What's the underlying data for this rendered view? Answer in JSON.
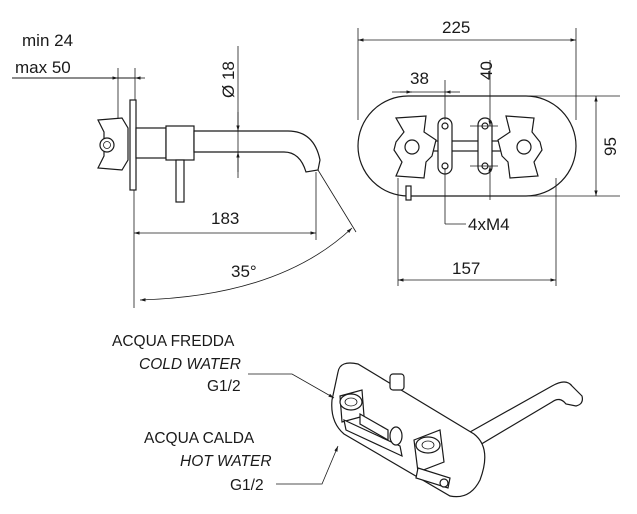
{
  "dimensions": {
    "min_label": "min 24",
    "max_label": "max 50",
    "diameter": "Ø 18",
    "length_183": "183",
    "angle": "35°",
    "width_225": "225",
    "spacing_38": "38",
    "spacing_40": "40",
    "height_95": "95",
    "screws": "4xM4",
    "length_157": "157"
  },
  "labels": {
    "cold_it": "ACQUA FREDDA",
    "cold_en": "COLD WATER",
    "cold_thread": "G1/2",
    "hot_it": "ACQUA CALDA",
    "hot_en": "HOT WATER",
    "hot_thread": "G1/2"
  }
}
